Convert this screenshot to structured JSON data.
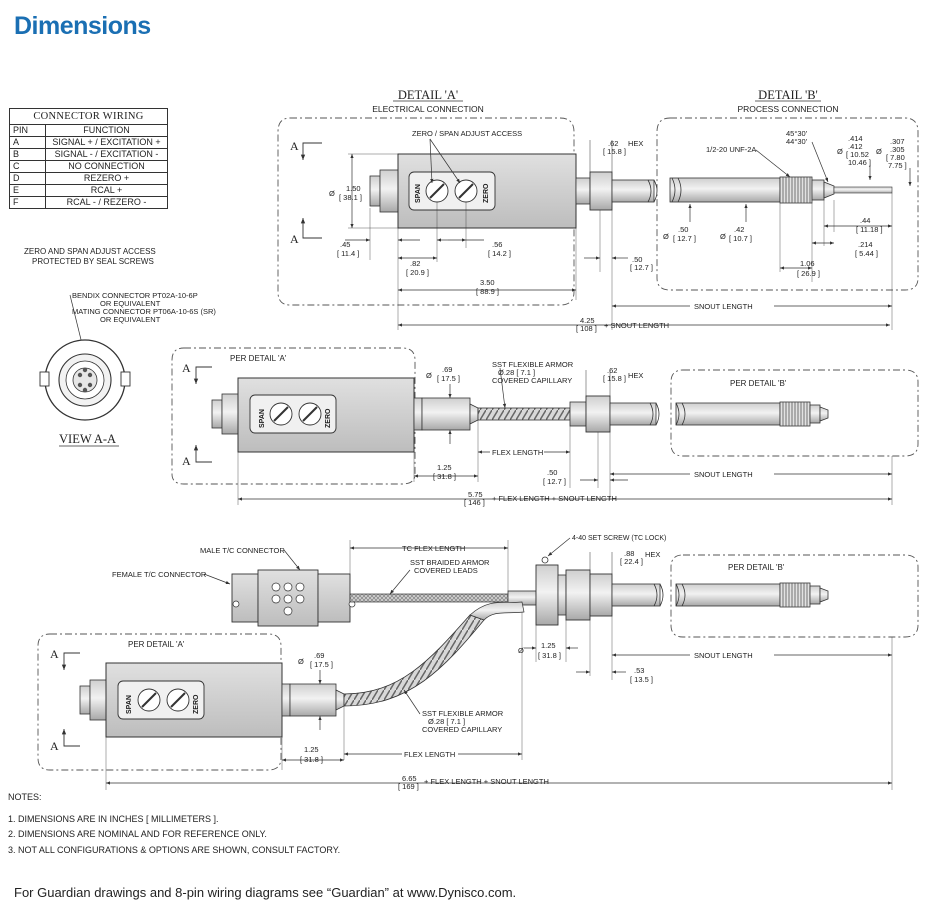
{
  "page": {
    "title": "Dimensions",
    "footer": "For Guardian drawings and 8-pin wiring diagrams see “Guardian” at www.Dynisco.com."
  },
  "wiring": {
    "caption": "CONNECTOR WIRING",
    "headers": [
      "PIN",
      "FUNCTION"
    ],
    "rows": [
      [
        "A",
        "SIGNAL + / EXCITATION +"
      ],
      [
        "B",
        "SIGNAL - / EXCITATION -"
      ],
      [
        "C",
        "NO CONNECTION"
      ],
      [
        "D",
        "REZERO +"
      ],
      [
        "E",
        "RCAL +"
      ],
      [
        "F",
        "RCAL - / REZERO -"
      ]
    ]
  },
  "left_labels": {
    "zero_span_note_1": "ZERO AND SPAN ADJUST ACCESS",
    "zero_span_note_2": "PROTECTED BY SEAL SCREWS",
    "bendix_1": "BENDIX  CONNECTOR PT02A-10-6P",
    "bendix_2": "OR EQUIVALENT",
    "bendix_3": "MATING CONNECTOR PT06A-10-6S (SR)",
    "bendix_4": "OR EQUIVALENT",
    "view": "VIEW A-A"
  },
  "detail_a": {
    "title": "DETAIL 'A'",
    "subtitle": "ELECTRICAL CONNECTION",
    "zero_span_access": "ZERO / SPAN ADJUST ACCESS",
    "span": "SPAN",
    "zero": "ZERO",
    "section": "A",
    "dim_dia_in": "1.50",
    "dim_dia_mm": "[ 38.1 ]",
    "dim_45_in": ".45",
    "dim_45_mm": "[ 11.4 ]",
    "dim_82_in": ".82",
    "dim_82_mm": "[ 20.9 ]",
    "dim_56_in": ".56",
    "dim_56_mm": "[ 14.2 ]",
    "dim_350_in": "3.50",
    "dim_350_mm": "[ 88.9 ]",
    "dim_50_in": ".50",
    "dim_50_mm": "[ 12.7 ]",
    "dim_hex_in": ".62",
    "dim_hex_mm": "[ 15.8 ]",
    "hex": "HEX",
    "overall": "4.25",
    "overall_mm": "[ 108 ]",
    "overall_suffix": "+ SNOUT LENGTH"
  },
  "detail_b": {
    "title": "DETAIL 'B'",
    "subtitle": "PROCESS CONNECTION",
    "thread": "1/2-20 UNF-2A",
    "angle_1": "45°30'",
    "angle_2": "44°30'",
    "d414": ".414",
    "d412": ".412",
    "d414_mm1": "[ 10.52",
    "d414_mm2": "10.46 ]",
    "d307": ".307",
    "d305": ".305",
    "d307_mm1": "[ 7.80",
    "d307_mm2": "7.75 ]",
    "d50_in": ".50",
    "d50_mm": "[ 12.7 ]",
    "d42_in": ".42",
    "d42_mm": "[ 10.7 ]",
    "d44_in": ".44",
    "d44_mm": "[ 11.18 ]",
    "d214_in": ".214",
    "d214_mm": "[ 5.44 ]",
    "d106_in": "1.06",
    "d106_mm": "[ 26.9 ]",
    "snout": "SNOUT LENGTH"
  },
  "flex": {
    "per_a": "PER DETAIL 'A'",
    "per_b": "PER DETAIL 'B'",
    "armor_1": "SST FLEXIBLE ARMOR",
    "armor_2": "Ø.28 [ 7.1 ]",
    "armor_3": "COVERED CAPILLARY",
    "d69_in": ".69",
    "d69_mm": "[ 17.5 ]",
    "hex_in": ".62",
    "hex_mm": "[ 15.8 ]",
    "hex": "HEX",
    "flex_length": "FLEX LENGTH",
    "d125_in": "1.25",
    "d125_mm": "[ 31.8 ]",
    "d50_in": ".50",
    "d50_mm": "[ 12.7 ]",
    "snout": "SNOUT LENGTH",
    "overall": "5.75",
    "overall_mm": "[ 146 ]",
    "overall_suffix": "+ FLEX LENGTH + SNOUT LENGTH"
  },
  "tc": {
    "male": "MALE T/C CONNECTOR",
    "female": "FEMALE T/C CONNECTOR",
    "tc_flex": "TC FLEX LENGTH",
    "braid_1": "SST BRAIDED ARMOR",
    "braid_2": "COVERED  LEADS",
    "set_screw": "4-40 SET SCREW (TC LOCK)",
    "hex_in": ".88",
    "hex_mm": "[ 22.4 ]",
    "hex": "HEX",
    "per_b": "PER DETAIL 'B'",
    "per_a": "PER DETAIL 'A'",
    "d125_in": "1.25",
    "d125_mm": "[ 31.8 ]",
    "snout": "SNOUT LENGTH",
    "d53_in": ".53",
    "d53_mm": "[ 13.5 ]",
    "d69_in": ".69",
    "d69_mm": "[ 17.5 ]",
    "armor_1": "SST FLEXIBLE ARMOR",
    "armor_2": "Ø.28 [ 7.1 ]",
    "armor_3": "COVERED CAPILLARY",
    "flex_length": "FLEX LENGTH",
    "b125_in": "1.25",
    "b125_mm": "[ 31.8 ]",
    "overall": "6.65",
    "overall_mm": "[ 169 ]",
    "overall_suffix": "+ FLEX LENGTH + SNOUT LENGTH"
  },
  "notes": {
    "heading": "NOTES:",
    "n1": "1. DIMENSIONS ARE IN INCHES [ MILLIMETERS ].",
    "n2": "2. DIMENSIONS ARE NOMINAL AND FOR REFERENCE ONLY.",
    "n3": "3. NOT ALL CONFIGURATIONS & OPTIONS ARE SHOWN, CONSULT FACTORY."
  }
}
